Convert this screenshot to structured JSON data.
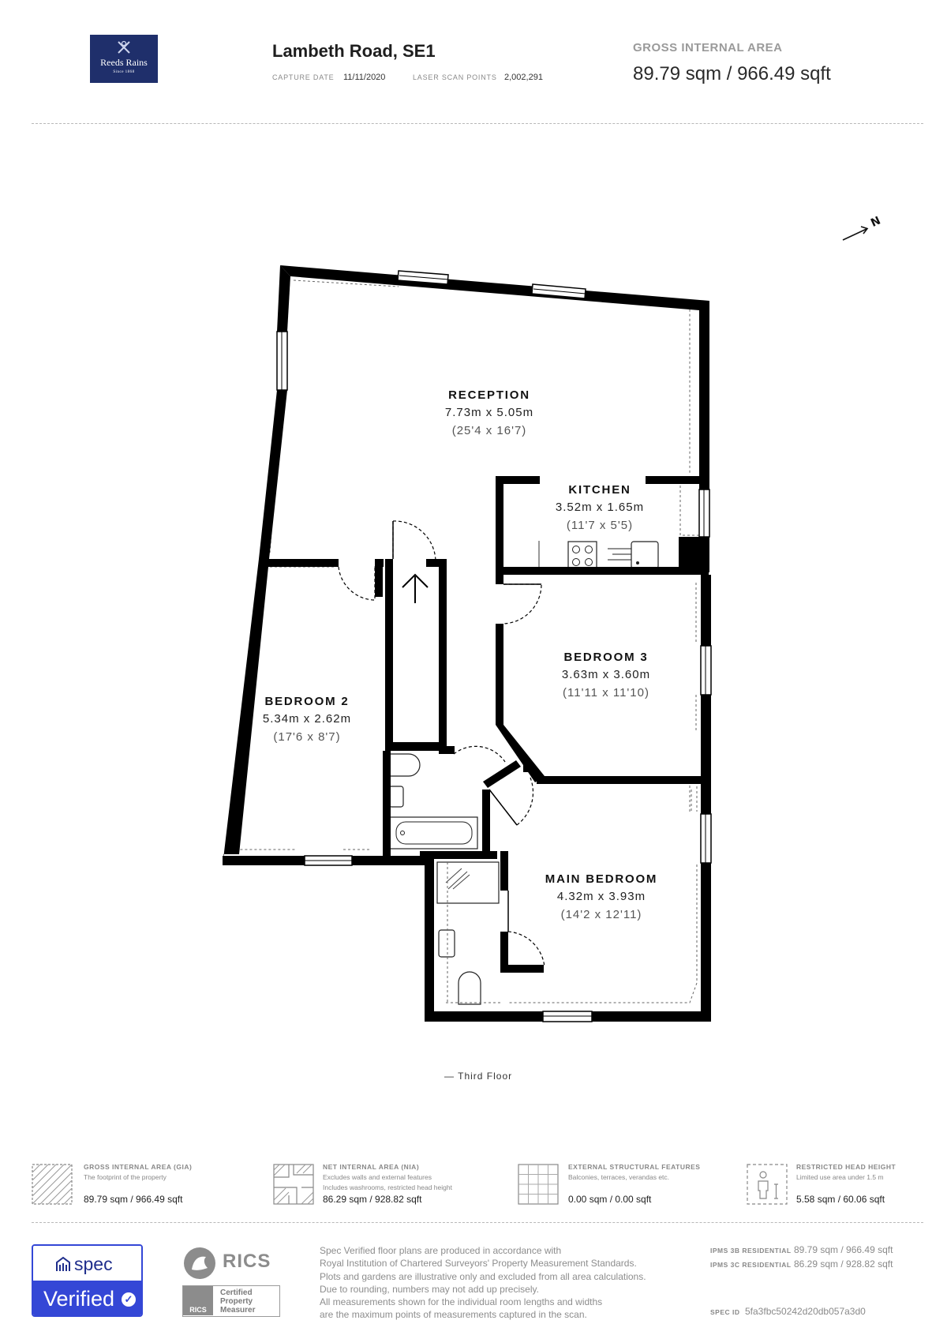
{
  "brand": {
    "name": "Reeds Rains",
    "since": "Since 1868"
  },
  "header": {
    "title": "Lambeth Road, SE1",
    "capture_date_label": "CAPTURE DATE",
    "capture_date": "11/11/2020",
    "scan_points_label": "LASER SCAN POINTS",
    "scan_points": "2,002,291",
    "gia_label": "GROSS INTERNAL AREA",
    "gia_value": "89.79 sqm / 966.49 sqft"
  },
  "compass": {
    "label": "N"
  },
  "rooms": [
    {
      "name": "RECEPTION",
      "metric": "7.73m x 5.05m",
      "imperial": "(25'4 x 16'7)"
    },
    {
      "name": "KITCHEN",
      "metric": "3.52m x 1.65m",
      "imperial": "(11'7 x 5'5)"
    },
    {
      "name": "BEDROOM 3",
      "metric": "3.63m x 3.60m",
      "imperial": "(11'11 x 11'10)"
    },
    {
      "name": "BEDROOM 2",
      "metric": "5.34m x 2.62m",
      "imperial": "(17'6 x 8'7)"
    },
    {
      "name": "MAIN BEDROOM",
      "metric": "4.32m x 3.93m",
      "imperial": "(14'2 x 12'11)"
    }
  ],
  "floor_label": "— Third Floor",
  "legend": [
    {
      "title": "GROSS INTERNAL AREA (GIA)",
      "desc": [
        "The footprint of the property"
      ],
      "value": "89.79 sqm / 966.49 sqft",
      "icon": "gia-hatch-icon"
    },
    {
      "title": "NET INTERNAL AREA (NIA)",
      "desc": [
        "Excludes walls and external features",
        "Includes washrooms, restricted head height"
      ],
      "value": "86.29 sqm / 928.82 sqft",
      "icon": "nia-hatch-icon"
    },
    {
      "title": "EXTERNAL STRUCTURAL FEATURES",
      "desc": [
        "Balconies, terraces, verandas etc."
      ],
      "value": "0.00 sqm / 0.00 sqft",
      "icon": "grid-icon"
    },
    {
      "title": "RESTRICTED HEAD HEIGHT",
      "desc": [
        "Limited use area under 1.5 m"
      ],
      "value": "5.58 sqm / 60.06 sqft",
      "icon": "person-height-icon"
    }
  ],
  "badge": {
    "top": "spec",
    "bottom": "Verified"
  },
  "rics": {
    "word": "RICS",
    "small": "RICS",
    "cert_lines": [
      "Certified",
      "Property",
      "Measurer"
    ]
  },
  "disclaimer": [
    "Spec Verified floor plans are produced in accordance with",
    "Royal Institution of Chartered Surveyors' Property Measurement Standards.",
    "Plots and gardens are illustrative only and excluded from all area calculations.",
    "Due to rounding, numbers may not add up precisely.",
    "All measurements shown for the individual room lengths and widths",
    "are the maximum points of measurements captured in the scan."
  ],
  "ipms": [
    {
      "label": "IPMS 3B RESIDENTIAL",
      "value": "89.79 sqm / 966.49 sqft"
    },
    {
      "label": "IPMS 3C RESIDENTIAL",
      "value": "86.29 sqm / 928.82 sqft"
    }
  ],
  "spec_id": {
    "label": "SPEC ID",
    "value": "5fa3fbc50242d20db057a3d0"
  },
  "colors": {
    "brand_navy": "#1f2f6b",
    "spec_blue": "#3447d6",
    "wall": "#000000"
  }
}
